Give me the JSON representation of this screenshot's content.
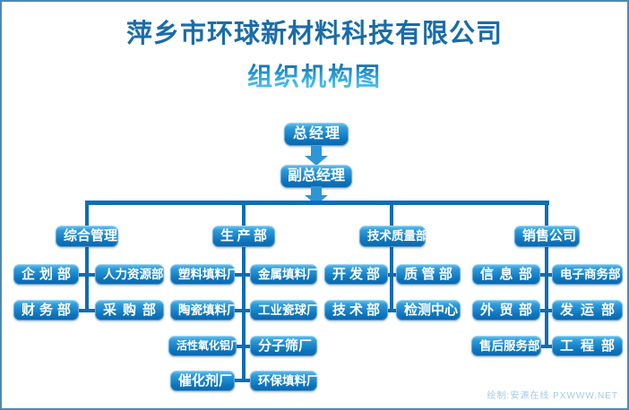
{
  "header": {
    "company": "萍乡市环球新材料科技有限公司",
    "title": "组织机构图"
  },
  "chart": {
    "type": "org-chart",
    "top": {
      "label": "总经理"
    },
    "deputy": {
      "label": "副总经理"
    },
    "branches": [
      {
        "label": "综合管理",
        "rows": [
          {
            "left": "企划部",
            "right": "人力资源部"
          },
          {
            "left": "财务部",
            "right": "采购部"
          }
        ]
      },
      {
        "label": "生产部",
        "rows": [
          {
            "left": "塑料填料厂",
            "right": "金属填料厂"
          },
          {
            "left": "陶瓷填料厂",
            "right": "工业瓷球厂"
          },
          {
            "left": "活性氧化铝厂",
            "right": "分子筛厂"
          },
          {
            "left": "催化剂厂",
            "right": "环保填料厂"
          }
        ]
      },
      {
        "label": "技术质量部",
        "rows": [
          {
            "left": "开发部",
            "right": "质管部"
          },
          {
            "left": "技术部",
            "right": "检测中心"
          }
        ]
      },
      {
        "label": "销售公司",
        "rows": [
          {
            "left": "信息部",
            "right": "电子商务部"
          },
          {
            "left": "外贸部",
            "right": "发运部"
          },
          {
            "left": "售后服务部",
            "right": "工程部"
          }
        ]
      }
    ]
  },
  "footer": {
    "credit": "绘制:安源在线 PXWWW.NET"
  },
  "colors": {
    "frame": "#4e89b4",
    "title_text": "#1a6ca8",
    "connector": "#0e6db4",
    "arrow": "#2f96d6",
    "box_gradient_top": "#6ec6f0",
    "box_gradient_bottom": "#0a67ae",
    "box_text": "#ffffff",
    "credit_text": "#a6c9e2"
  }
}
